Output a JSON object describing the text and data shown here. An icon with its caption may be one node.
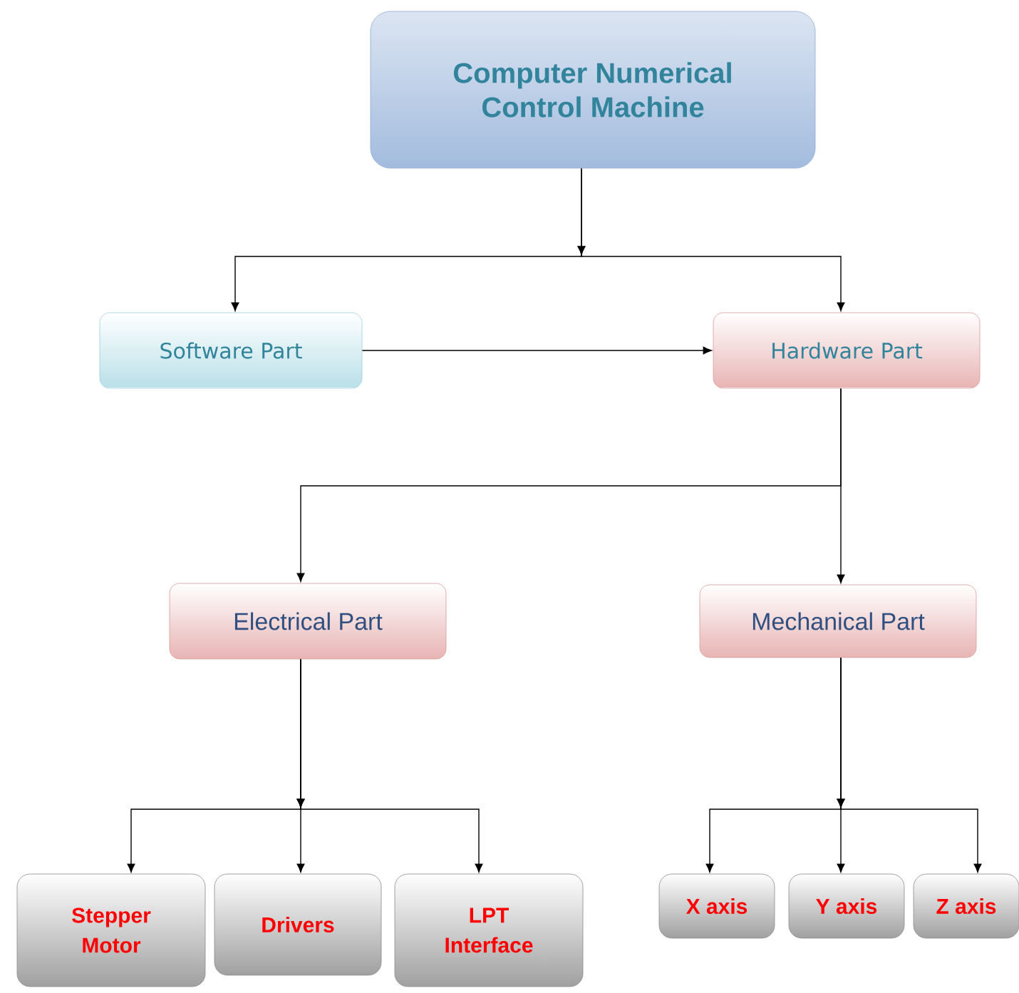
{
  "diagram": {
    "nodes": [
      {
        "text": [
          "Computer Numerical Control Machine"
        ]
      },
      {
        "text": [
          "Software Part"
        ]
      },
      {
        "text": [
          "Hardware Part"
        ]
      },
      {
        "text": [
          "Electrical Part"
        ]
      },
      {
        "text": [
          "Mechanical Part"
        ]
      },
      {
        "text": [
          "Stepper Motor"
        ]
      },
      {
        "text": [
          "Drivers"
        ]
      },
      {
        "text": [
          "LPT Interface"
        ]
      },
      {
        "text": [
          "X axis"
        ]
      },
      {
        "text": [
          "Y axis"
        ]
      },
      {
        "text": [
          "Z axis"
        ]
      }
    ],
    "edges": [
      {
        "from": 0,
        "to": 1,
        "arrow": "to"
      },
      {
        "from": 0,
        "to": 2,
        "arrow": "to"
      },
      {
        "from": 1,
        "to": 2,
        "arrow": "to"
      },
      {
        "from": 2,
        "to": 3,
        "arrow": "to"
      },
      {
        "from": 2,
        "to": 4,
        "arrow": "to"
      },
      {
        "from": 3,
        "to": 5,
        "arrow": "to"
      },
      {
        "from": 3,
        "to": 6,
        "arrow": "to"
      },
      {
        "from": 3,
        "to": 7,
        "arrow": "to"
      },
      {
        "from": 4,
        "to": 8,
        "arrow": "to"
      },
      {
        "from": 4,
        "to": 9,
        "arrow": "to"
      },
      {
        "from": 4,
        "to": 10,
        "arrow": "to"
      }
    ]
  }
}
